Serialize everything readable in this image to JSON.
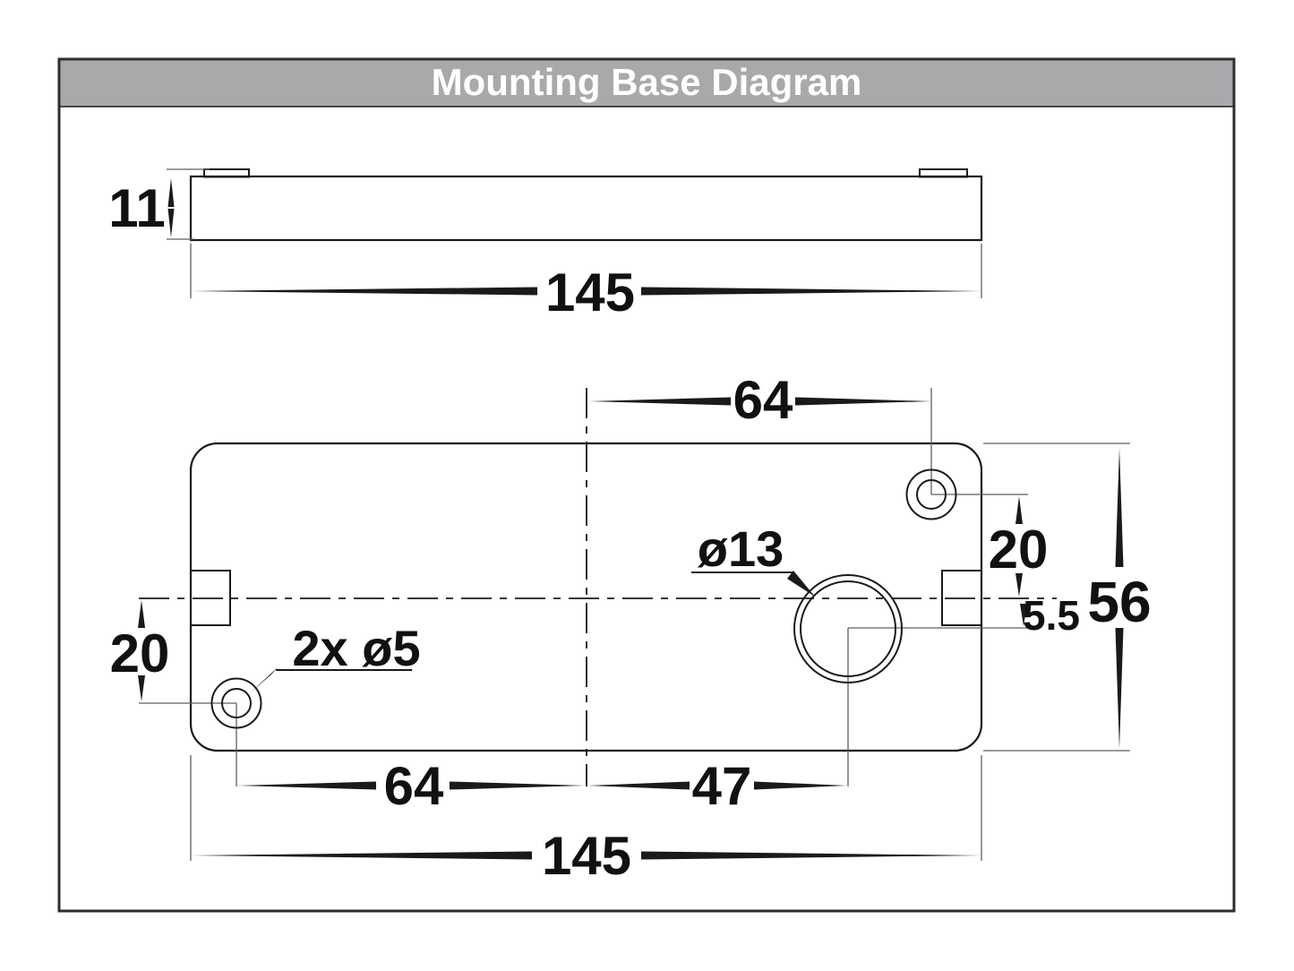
{
  "header": {
    "title": "Mounting Base Diagram"
  },
  "side_view": {
    "thickness_label": "11",
    "width_label": "145"
  },
  "plan_view": {
    "top_hole_offset_label": "64",
    "right_hole_offset_label": "20",
    "large_hole_offset_label": "5.5",
    "overall_height_label": "56",
    "large_hole_diameter_label": "ø13",
    "mounting_holes_label": "2x ø5",
    "left_hole_offset_label": "20",
    "bottom_left_hole_offset_label": "64",
    "bottom_large_hole_offset_label": "47",
    "overall_width_label": "145"
  },
  "colors": {
    "background": "#ffffff",
    "header_bg": "#a9a9ac",
    "line": "#1a1a1a",
    "hairline": "#5f5f5f",
    "text": "#111111",
    "title_text": "#ffffff",
    "frame_border": "#2e2e2e"
  }
}
